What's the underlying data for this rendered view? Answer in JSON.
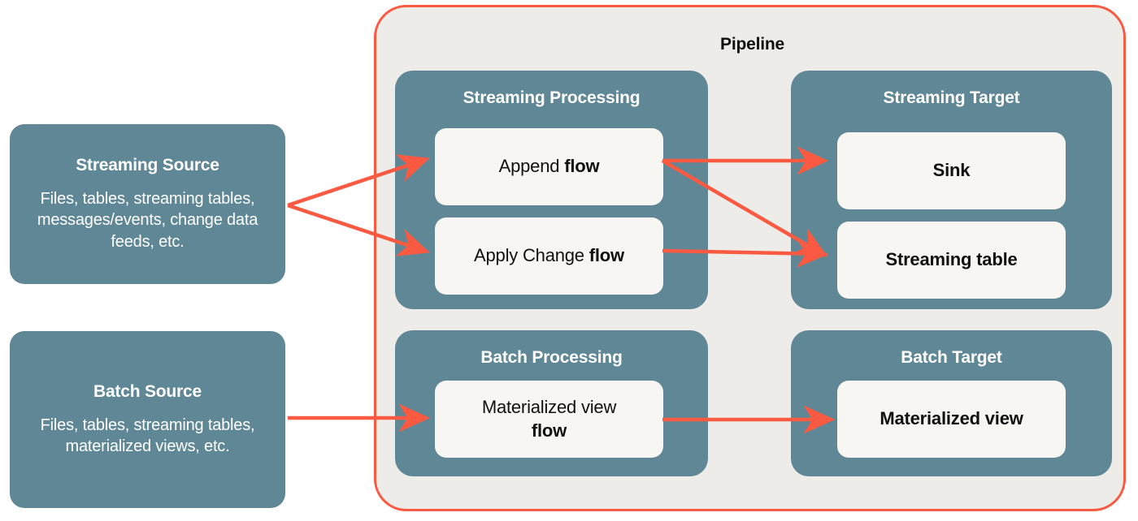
{
  "diagram": {
    "accent_red": "#FA5A42",
    "teal": "#5F8795",
    "card_bg": "#F7F6F2",
    "pipeline_bg": "#EDECE8",
    "page_bg": "#FFFFFF"
  },
  "sources": [
    {
      "title": "Streaming Source",
      "description": "Files, tables, streaming tables, messages/events, change data feeds, etc."
    },
    {
      "title": "Batch Source",
      "description": "Files, tables, streaming tables, materialized views, etc."
    }
  ],
  "pipeline": {
    "title": "Pipeline",
    "groups": [
      {
        "title": "Streaming Processing",
        "cards": [
          {
            "prefix": "Append ",
            "bold": "flow",
            "suffix": ""
          },
          {
            "prefix": "Apply Change ",
            "bold": "flow",
            "suffix": ""
          }
        ]
      },
      {
        "title": "Streaming Target",
        "cards": [
          {
            "prefix": "",
            "bold": "Sink",
            "suffix": ""
          },
          {
            "prefix": "",
            "bold": "Streaming table",
            "suffix": ""
          }
        ]
      },
      {
        "title": "Batch Processing",
        "cards": [
          {
            "prefix": "Materialized view",
            "bold": "flow",
            "suffix": ""
          }
        ]
      },
      {
        "title": "Batch Target",
        "cards": [
          {
            "prefix": "",
            "bold": "Materialized view",
            "suffix": ""
          }
        ]
      }
    ]
  },
  "connections": [
    {
      "from": "Streaming Source",
      "to": "Append flow"
    },
    {
      "from": "Streaming Source",
      "to": "Apply Change flow"
    },
    {
      "from": "Append flow",
      "to": "Sink"
    },
    {
      "from": "Append flow",
      "to": "Streaming table"
    },
    {
      "from": "Apply Change flow",
      "to": "Streaming table"
    },
    {
      "from": "Batch Source",
      "to": "Materialized view flow"
    },
    {
      "from": "Materialized view flow",
      "to": "Materialized view"
    }
  ]
}
